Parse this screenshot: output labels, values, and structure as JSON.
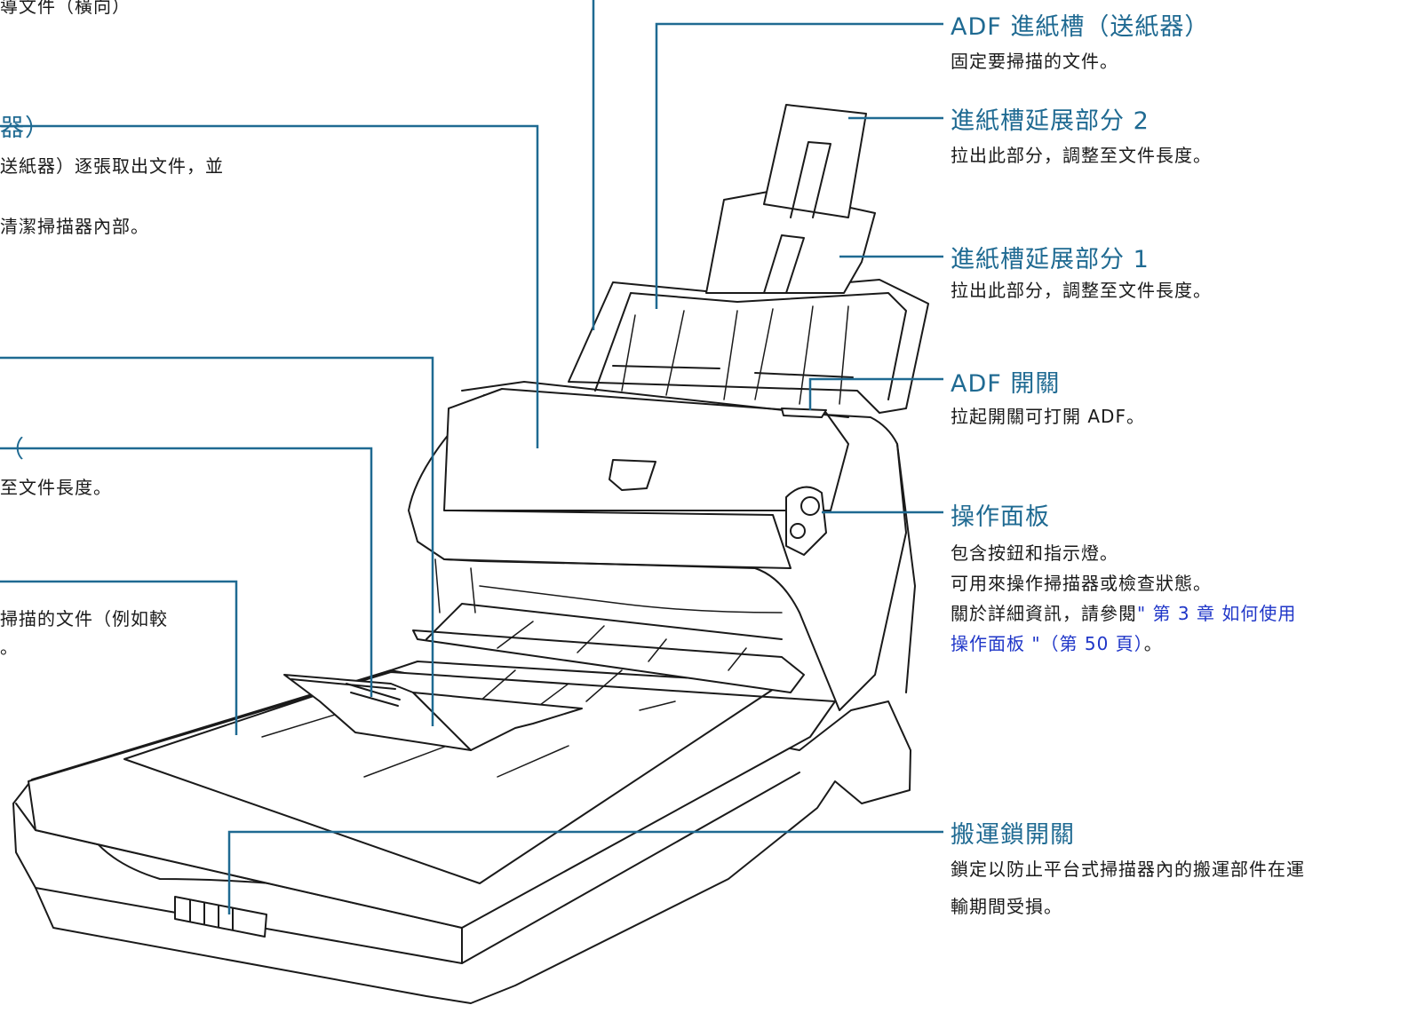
{
  "colors": {
    "leader_line": "#1f6a92",
    "title_text": "#1f6a92",
    "body_text": "#1a1a1a",
    "link_text": "#1f36c8",
    "drawing_stroke": "#1a1a1a"
  },
  "left_fragments": {
    "top": "導文件（橫向）",
    "adf_cover_title": "器）",
    "adf_cover_desc1": "送紙器）逐張取出文件，並",
    "adf_cover_desc2": "清潔掃描器內部。",
    "chute_ext_title": "（",
    "chute_ext_desc": "至文件長度。",
    "doc_cover_desc1": "掃描的文件（例如較",
    "doc_cover_desc2": "。"
  },
  "callouts": {
    "adf_chute": {
      "title": "ADF 進紙槽（送紙器）",
      "desc": "固定要掃描的文件。"
    },
    "chute_ext2": {
      "title": "進紙槽延展部分 2",
      "desc": "拉出此部分，調整至文件長度。"
    },
    "chute_ext1": {
      "title": "進紙槽延展部分 1",
      "desc": "拉出此部分，調整至文件長度。"
    },
    "adf_lever": {
      "title": "ADF 開關",
      "desc_prefix": "拉起開關可打開 ",
      "desc_adf": "ADF",
      "desc_suffix": "。"
    },
    "operator_panel": {
      "title": "操作面板",
      "desc1": "包含按鈕和指示燈。",
      "desc2": "可用來操作掃描器或檢查狀態。",
      "desc3_prefix": "關於詳細資訊，請參閱",
      "desc3_link": "\" 第 3 章 如何使用",
      "desc4_link": "操作面板 \"（第 50 頁）",
      "desc4_suffix": "。"
    },
    "carrier_lock": {
      "title": "搬運鎖開關",
      "desc1": "鎖定以防止平台式掃描器內的搬運部件在運",
      "desc2": "輸期間受損。"
    }
  }
}
